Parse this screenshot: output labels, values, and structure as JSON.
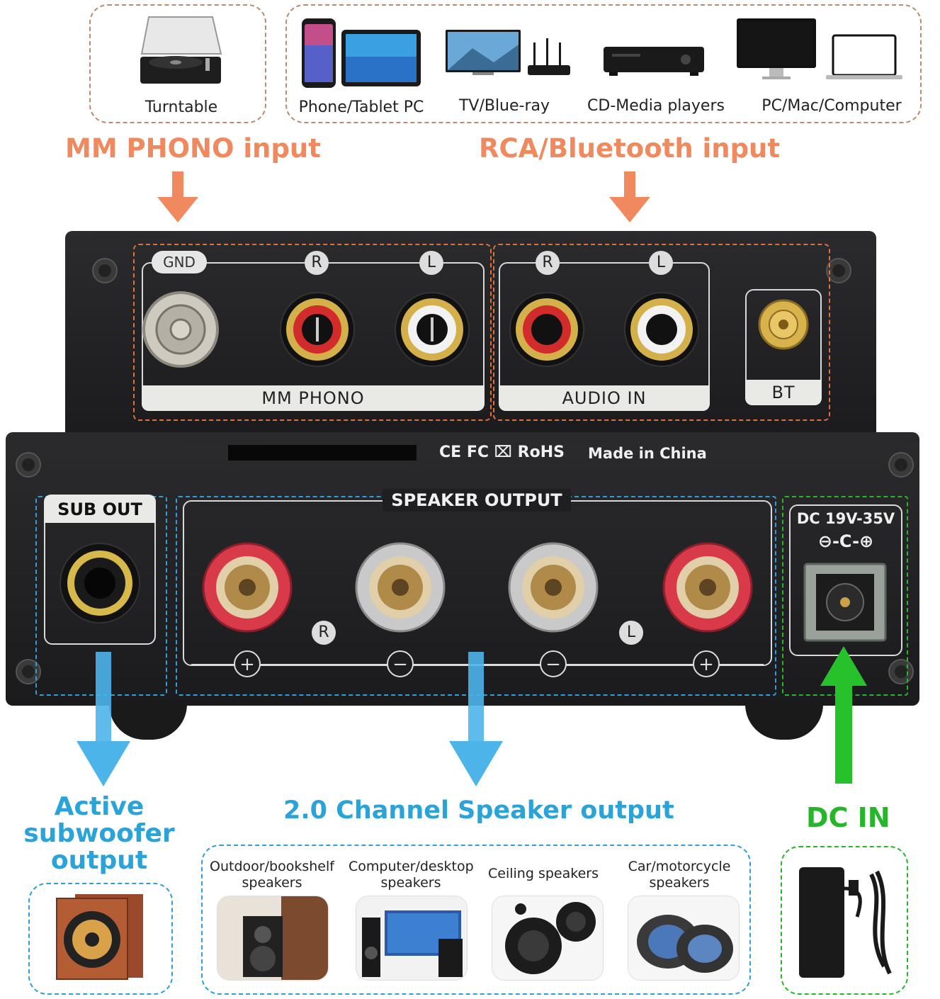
{
  "sources": {
    "phono_devices": [
      {
        "label": "Turntable",
        "icon": "turntable-icon"
      }
    ],
    "rca_devices": [
      {
        "label": "Phone/Tablet PC",
        "icon": "phone-tablet-icon"
      },
      {
        "label": "TV/Blue-ray",
        "icon": "tv-router-icon"
      },
      {
        "label": "CD-Media players",
        "icon": "cd-player-icon"
      },
      {
        "label": "PC/Mac/Computer",
        "icon": "computer-icon"
      }
    ]
  },
  "inputs": {
    "phono_title": "MM PHONO input",
    "rca_title": "RCA/Bluetooth input"
  },
  "device": {
    "top_panel": {
      "gnd": "GND",
      "phono_r": "R",
      "phono_l": "L",
      "phono_label": "MM PHONO",
      "audio_r": "R",
      "audio_l": "L",
      "audio_label": "AUDIO IN",
      "bt_label": "BT"
    },
    "certifications": "CE FC ⌧ RoHS",
    "made_in": "Made in China",
    "sub_out": "SUB OUT",
    "speaker_output": "SPEAKER OUTPUT",
    "channel_r": "R",
    "channel_l": "L",
    "polarity": [
      "+",
      "−",
      "−",
      "+"
    ],
    "dc_spec": "DC 19V-35V",
    "dc_polarity": "⊖-C-⊕"
  },
  "outputs": {
    "sub_title_lines": [
      "Active",
      "subwoofer",
      "output"
    ],
    "speaker_title": "2.0 Channel Speaker output",
    "dc_title": "DC IN",
    "speakers": [
      {
        "label": "Outdoor/bookshelf speakers",
        "icon": "bookshelf-speaker-icon"
      },
      {
        "label": "Computer/desktop speakers",
        "icon": "desktop-speaker-icon"
      },
      {
        "label": "Ceiling speakers",
        "icon": "ceiling-speaker-icon"
      },
      {
        "label": "Car/motorcycle speakers",
        "icon": "car-speaker-icon"
      }
    ]
  },
  "colors": {
    "orange": "#f08a5e",
    "blue": "#2aa3d9",
    "green": "#27b62b",
    "panel": "#222224"
  }
}
